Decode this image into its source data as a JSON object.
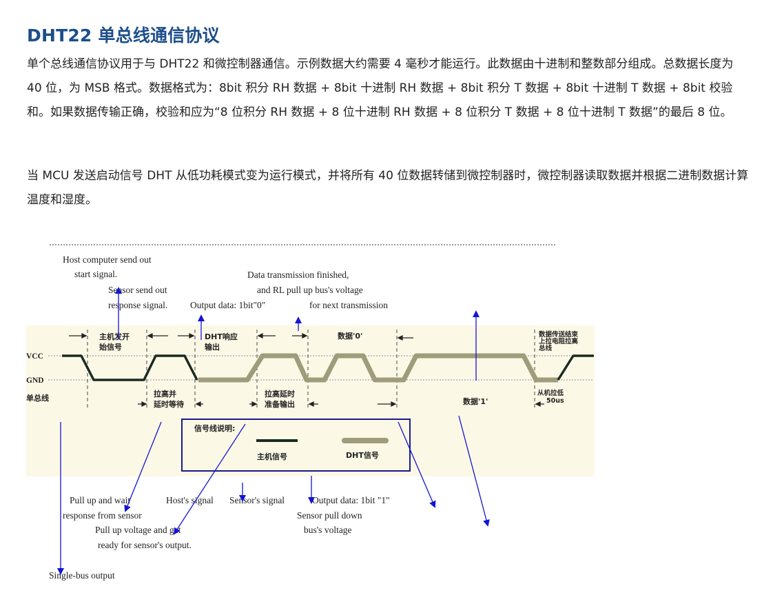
{
  "article": {
    "title": "DHT22 单总线通信协议",
    "paragraph1": "单个总线通信协议用于与 DHT22 和微控制器通信。示例数据大约需要 4 毫秒才能运行。此数据由十进制和整数部分组成。总数据长度为 40 位，为 MSB 格式。数据格式为：8bit 积分 RH 数据 + 8bit 十进制 RH 数据 + 8bit 积分 T 数据 + 8bit 十进制 T 数据 + 8bit 校验和。如果数据传输正确，校验和应为“8 位积分 RH 数据 + 8 位十进制 RH 数据 + 8 位积分 T 数据 + 8 位十进制 T 数据”的最后 8 位。",
    "paragraph2": "当 MCU 发送启动信号 DHT 从低功耗模式变为运行模式，并将所有 40 位数据转储到微控制器时，微控制器读取数据并根据二进制数据计算温度和湿度。"
  },
  "diagram": {
    "annotations": {
      "host_start_1": "Host computer send out",
      "host_start_2": "start signal.",
      "sensor_resp_1": "Sensor send out",
      "sensor_resp_2": "response signal.",
      "output0": "Output data: 1bit\"0\"",
      "finish_1": "Data transmission finished,",
      "finish_2": "and RL pull up bus's voltage",
      "finish_3": "for next transmission",
      "pullup_wait_1": "Pull up and wait",
      "pullup_wait_2": "response from sensor",
      "host_signal": "Host's signal",
      "sensor_signal": "Sensor's signal",
      "output1": "Output data: 1bit \"1\"",
      "sensor_pull_1": "Sensor pull down",
      "sensor_pull_2": "bus's voltage",
      "pullup_ready_1": "Pull up voltage and get",
      "pullup_ready_2": "ready for sensor's output.",
      "single_bus_output": "Single-bus output"
    },
    "labels": {
      "vcc": "VCC",
      "gnd": "GND",
      "bus": "单总线",
      "host_start_a": "主机发开",
      "host_start_b": "始信号",
      "dht_resp_a": "DHT响应",
      "dht_resp_b": "输出",
      "data0": "数据'0'",
      "data1": "数据'1'",
      "end_a": "数据传送结束",
      "end_b": "上拉电阻拉高",
      "end_c": "总线",
      "pull_wait_a": "拉高并",
      "pull_wait_b": "延时等待",
      "pull_delay_a": "拉高延时",
      "pull_delay_b": "准备输出",
      "slave_low": "从机拉低",
      "slave_time": "50us",
      "legend_title": "信号线说明:",
      "legend_host": "主机信号",
      "legend_dht": "DHT信号"
    },
    "colors": {
      "host_signal": "#1a2a20",
      "dht_signal": "#9e9c7a",
      "background": "#fcf8e6",
      "arrow": "#1414d4",
      "legend_border": "#1a1a8c"
    }
  }
}
